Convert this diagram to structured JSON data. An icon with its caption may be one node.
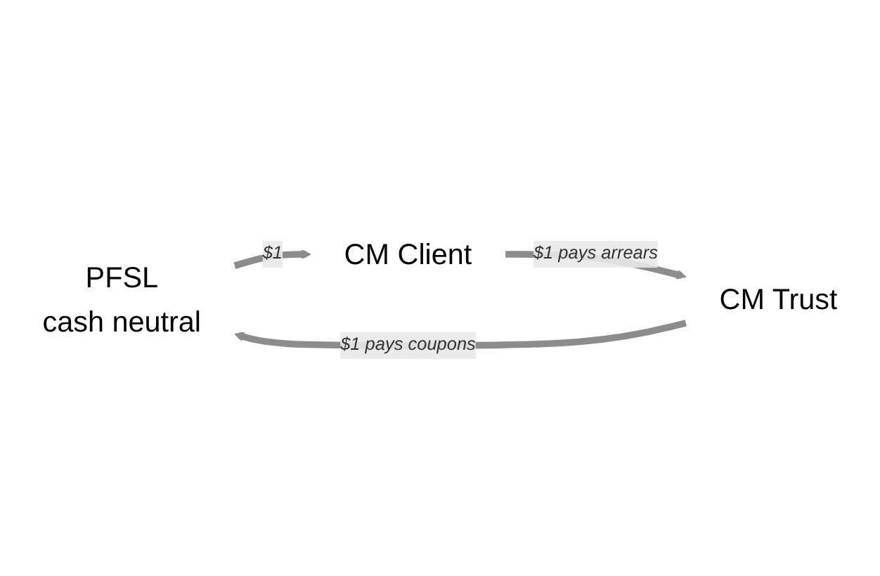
{
  "diagram": {
    "nodes": [
      {
        "text": [
          "PFSL",
          "cash neutral"
        ]
      },
      {
        "text": [
          "CM Client"
        ]
      },
      {
        "text": [
          "CM Trust"
        ]
      }
    ],
    "edges": [
      {
        "from": 0,
        "to": 1,
        "arrow": "to",
        "label": "$1"
      },
      {
        "from": 1,
        "to": 2,
        "arrow": "to",
        "label": "$1 pays arrears"
      },
      {
        "from": 2,
        "to": 0,
        "arrow": "to",
        "label": "$1 pays coupons"
      }
    ]
  }
}
